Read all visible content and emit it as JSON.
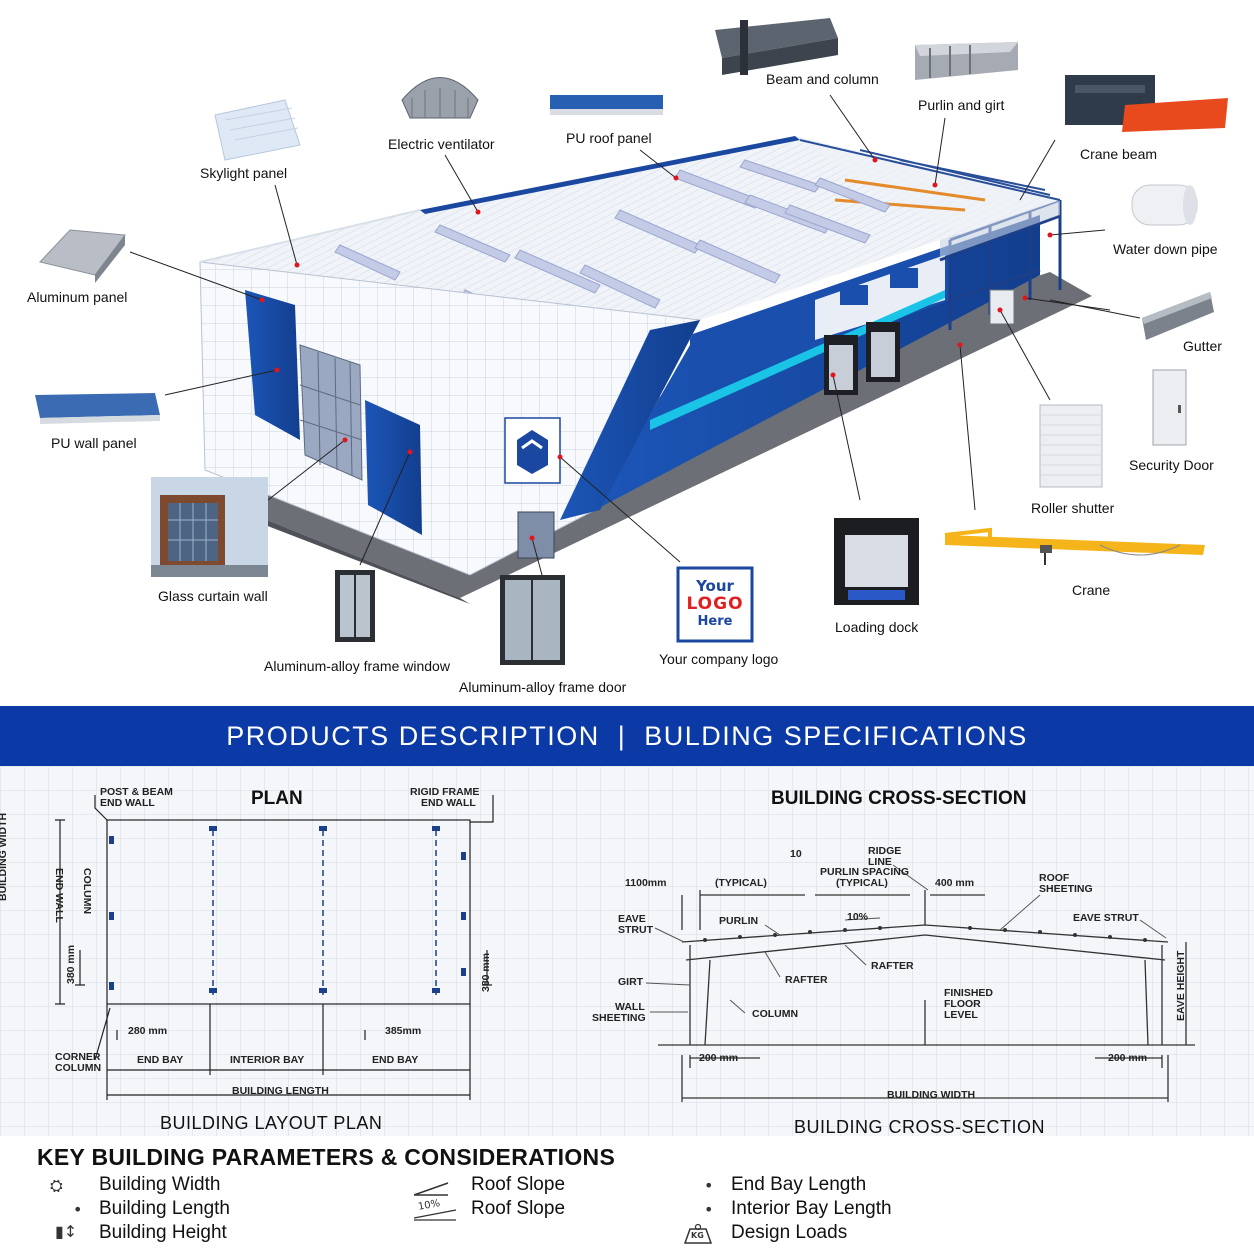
{
  "callouts": {
    "beam_and_column": "Beam and column",
    "purlin_and_girt": "Purlin and girt",
    "crane_beam": "Crane beam",
    "electric_ventilator": "Electric ventilator",
    "pu_roof_panel": "PU roof panel",
    "skylight_panel": "Skylight panel",
    "water_down_pipe": "Water down pipe",
    "aluminum_panel": "Aluminum panel",
    "gutter": "Gutter",
    "security_door": "Security Door",
    "pu_wall_panel": "PU wall panel",
    "roller_shutter": "Roller shutter",
    "crane": "Crane",
    "glass_curtain_wall": "Glass curtain wall",
    "loading_dock": "Loading dock",
    "aluminum_alloy_frame_window": "Aluminum-alloy frame window",
    "aluminum_alloy_frame_door": "Aluminum-alloy frame door",
    "your_company_logo": "Your company logo"
  },
  "logo_placeholder": {
    "line1": "Your",
    "line2": "LOGO",
    "line3": "Here"
  },
  "banner": {
    "left": "PRODUCTS DESCRIPTION",
    "sep": "|",
    "right": "BULDING SPECIFICATIONS"
  },
  "plan": {
    "title": "PLAN",
    "caption": "BUILDING LAYOUT PLAN",
    "post_beam_end_wall_1": "POST & BEAM",
    "post_beam_end_wall_2": "END WALL",
    "rigid_frame_end_wall_1": "RIGID FRAME",
    "rigid_frame_end_wall_2": "END WALL",
    "building_width": "BUILDING WIDTH",
    "end_wall_column_1": "END WALL",
    "end_wall_column_2": "COLUMN",
    "dim_380_left": "380 mm",
    "dim_380_right": "380 mm",
    "dim_280": "280 mm",
    "dim_385": "385mm",
    "corner_column_1": "CORNER",
    "corner_column_2": "COLUMN",
    "end_bay_left": "END BAY",
    "interior_bay": "INTERIOR BAY",
    "end_bay_right": "END BAY",
    "building_length": "BUILDING LENGTH"
  },
  "section": {
    "title": "BUILDING CROSS-SECTION",
    "caption": "BUILDING CROSS-SECTION",
    "ten": "10",
    "ridge_line_1": "RIDGE",
    "ridge_line_2": "LINE",
    "purlin_spacing_1": "PURLIN SPACING",
    "purlin_spacing_2": "(TYPICAL)",
    "dim_1100": "1100mm",
    "typical": "(TYPICAL)",
    "dim_400": "400 mm",
    "roof_sheeting_1": "ROOF",
    "roof_sheeting_2": "SHEETING",
    "eave_strut_left_1": "EAVE",
    "eave_strut_left_2": "STRUT",
    "purlin": "PURLIN",
    "slope": "10%",
    "eave_strut_right": "EAVE STRUT",
    "eave_height": "EAVE HEIGHT",
    "rafter_left": "RAFTER",
    "rafter_right": "RAFTER",
    "girt": "GIRT",
    "wall_sheeting_1": "WALL",
    "wall_sheeting_2": "SHEETING",
    "column": "COLUMN",
    "ffl_1": "FINISHED",
    "ffl_2": "FLOOR",
    "ffl_3": "LEVEL",
    "dim_200_left": "200 mm",
    "dim_200_right": "200 mm",
    "building_width": "BUILDING WIDTH"
  },
  "params": {
    "title": "KEY BUILDING PARAMETERS & CONSIDERATIONS",
    "col1": [
      "Building Width",
      "Building Length",
      "Building Height"
    ],
    "col2": [
      "Roof Slope",
      "Roof Slope"
    ],
    "col2_icon_text": "10%",
    "col3": [
      "End Bay Length",
      "Interior Bay Length",
      "Design Loads"
    ],
    "kg_icon_text": "KG"
  },
  "colors": {
    "accent_blue": "#0b3aa6",
    "wall_blue": "#1c4fa8",
    "cyan_stripe": "#19c4e6",
    "crane_yellow": "#f5b419",
    "crane_beam_red": "#e8491d",
    "logo_red": "#e02020"
  }
}
